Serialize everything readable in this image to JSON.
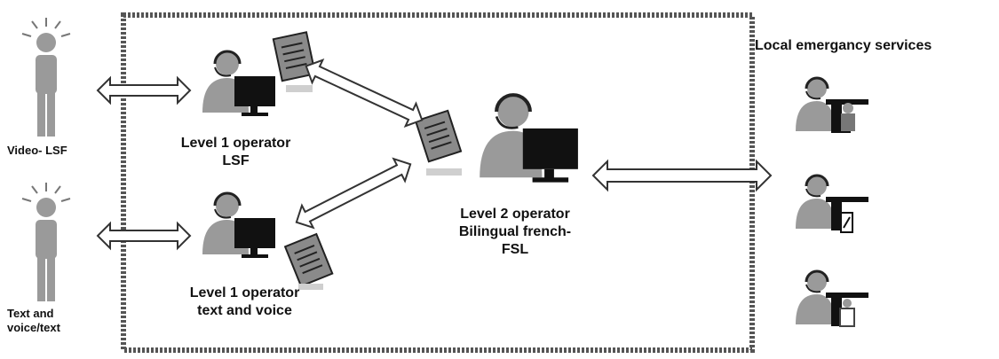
{
  "labels": {
    "local_services": "Local emergancy services",
    "user_video": "Video- LSF",
    "user_text_line1": "Text and",
    "user_text_line2": "voice/text",
    "op1_lsf_line1": "Level 1 operator",
    "op1_lsf_line2": "LSF",
    "op1_text_line1": "Level 1 operator",
    "op1_text_line2": "text and voice",
    "op2_line1": "Level 2 operator",
    "op2_line2": "Bilingual french-",
    "op2_line3": "FSL"
  },
  "icons": {
    "user": "person-alert-icon",
    "operator": "operator-headset-icon",
    "document": "document-icon",
    "emergency_police": "police-responder-icon",
    "emergency_fire": "fire-extinguisher-responder-icon",
    "emergency_medical": "medical-responder-icon"
  },
  "colors": {
    "frame": "#555555",
    "person": "#9a9a9a",
    "monitor": "#111111",
    "document": "#8a8a8a",
    "arrow": "#333333"
  }
}
